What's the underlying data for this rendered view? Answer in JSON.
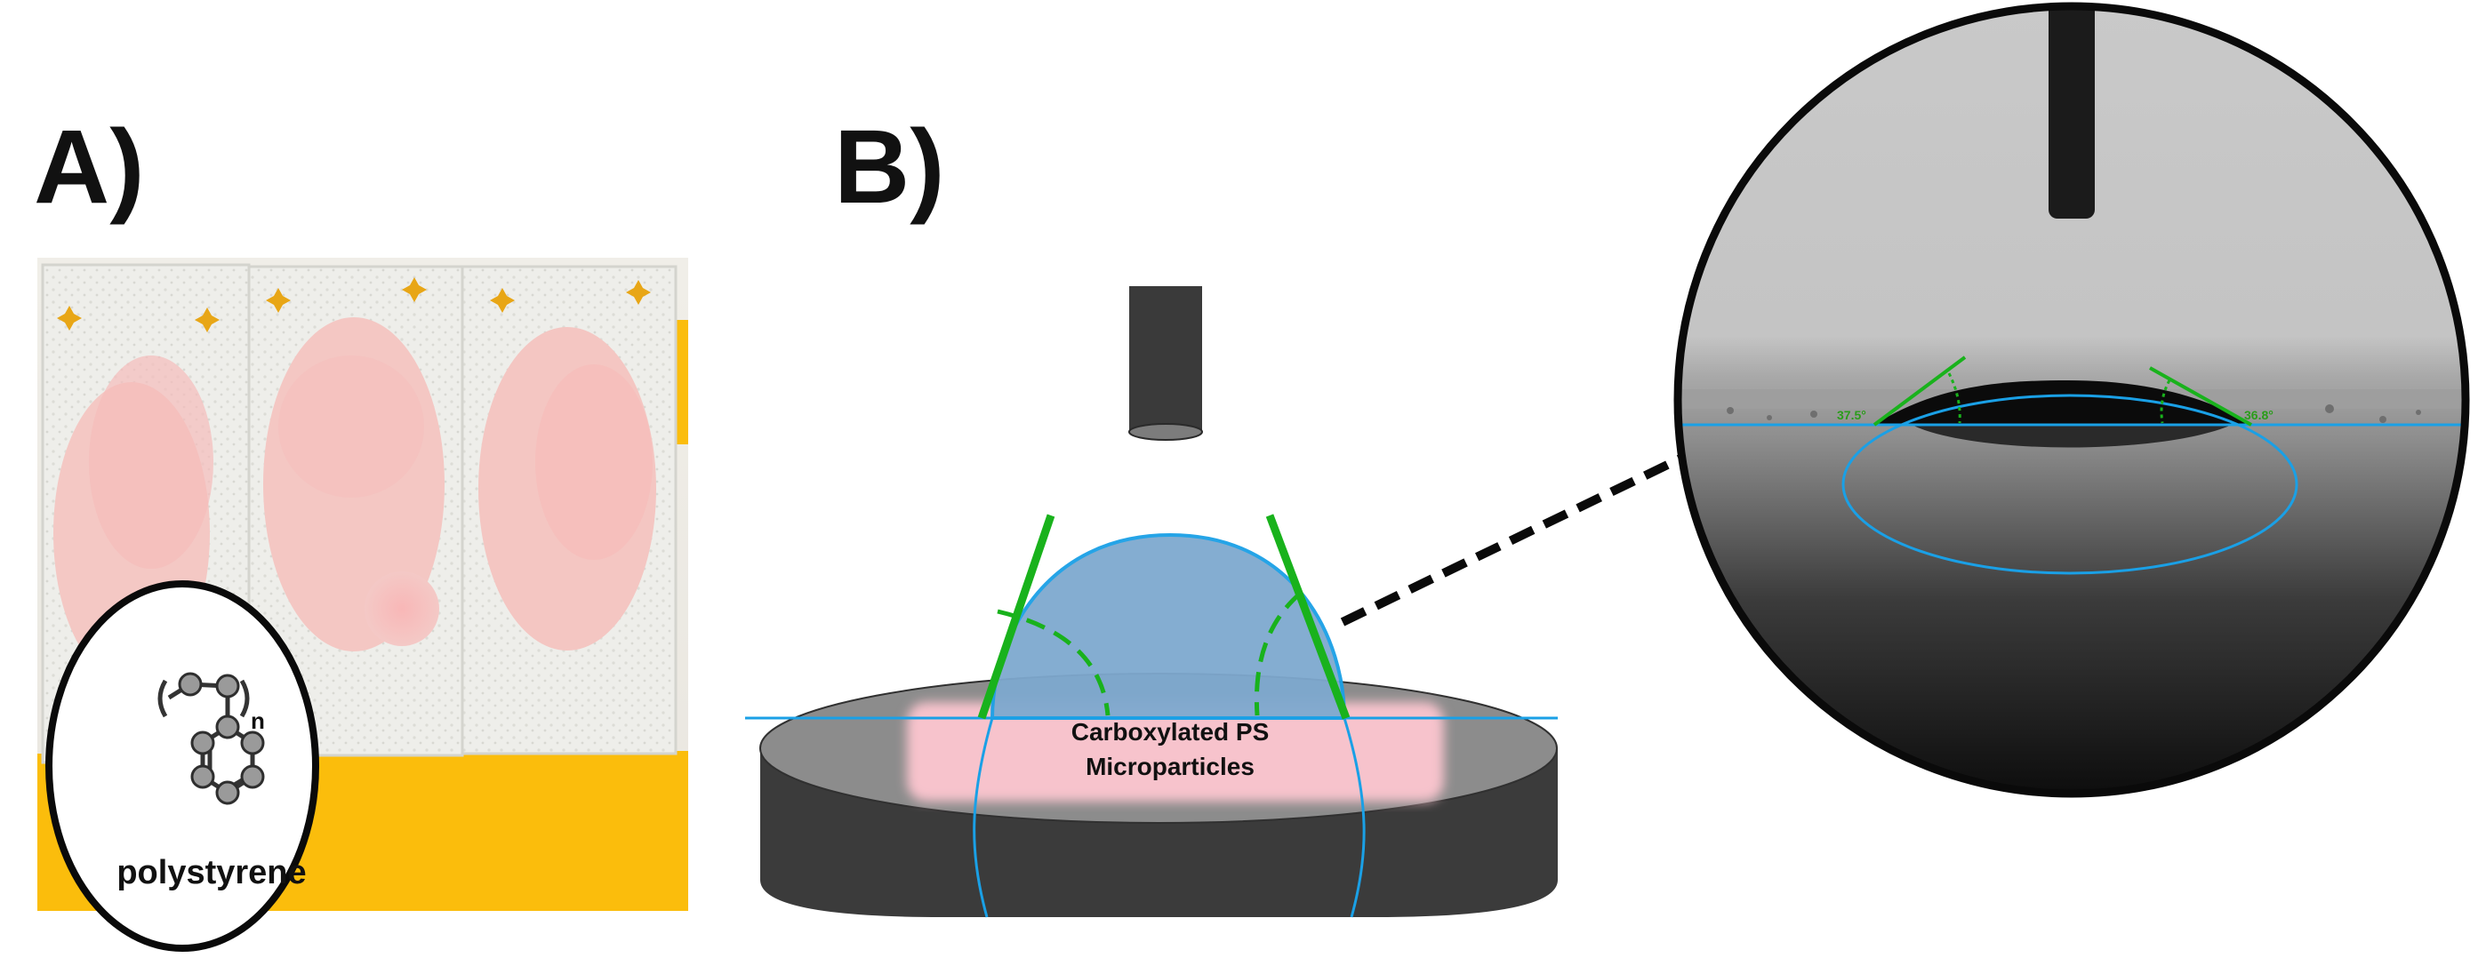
{
  "panel_a": {
    "label": "A)",
    "inset_caption": "polystyrene",
    "inset_subscript": "n"
  },
  "panel_b": {
    "label": "B)",
    "sample_label_line1": "Carboxylated PS",
    "sample_label_line2": "Microparticles",
    "measured_angle_left": "37.5°",
    "measured_angle_right": "36.8°"
  },
  "colors": {
    "drop_blue": "#7ea9cf",
    "fit_line_blue": "#1aa0e6",
    "tangent_green": "#19b21c",
    "microparticle_pink": "#f7c3cc",
    "stage_dark": "#3a3a3a",
    "stage_top": "#8c8c8c",
    "slide_tape_yellow": "#fbbd0c"
  }
}
